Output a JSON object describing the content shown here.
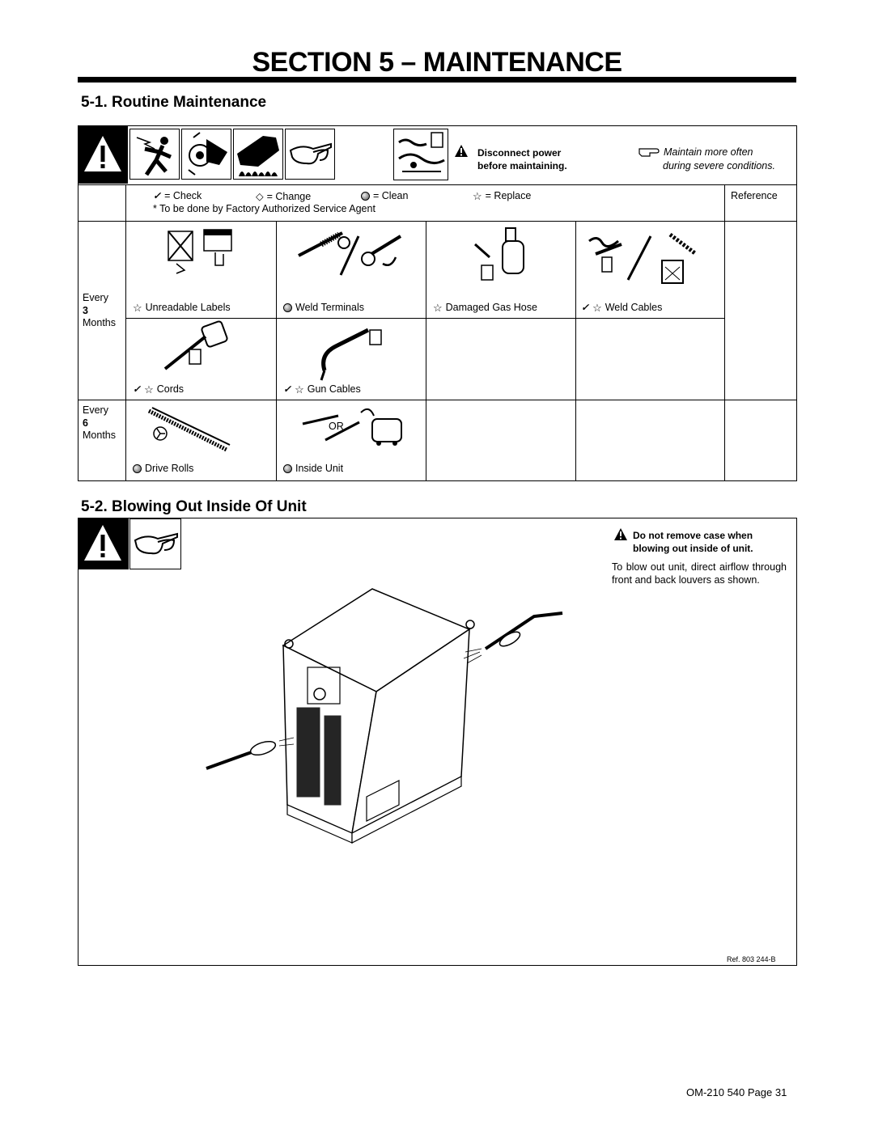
{
  "page": {
    "section_title": "SECTION 5 – MAINTENANCE",
    "footer": "OM-210 540 Page 31"
  },
  "routine": {
    "heading": "5-1.   Routine Maintenance",
    "warning": {
      "line1": "Disconnect power",
      "line2": "before maintaining."
    },
    "note": {
      "line1": "Maintain more often",
      "line2": "during severe conditions."
    },
    "legend": {
      "check": "= Check",
      "change": "= Change",
      "clean": "= Clean",
      "replace": "= Replace",
      "footnote": "* To be done by Factory Authorized Service Agent",
      "reference": "Reference"
    },
    "rows": [
      {
        "every": "Every",
        "num": "3",
        "unit": "Months",
        "items": [
          "Unreadable Labels",
          "Weld Terminals",
          "Damaged Gas Hose",
          "Weld Cables"
        ]
      },
      {
        "items": [
          "Cords",
          "Gun Cables"
        ]
      },
      {
        "every": "Every",
        "num": "6",
        "unit": "Months",
        "items": [
          "Drive Rolls",
          "Inside Unit"
        ],
        "or": "OR"
      }
    ],
    "icons": {
      "warning_icon": "warning-triangle-icon",
      "note_icon": "pointing-hand-icon"
    }
  },
  "blowing": {
    "heading": "5-2.   Blowing Out Inside Of Unit",
    "warning": "Do not remove case when blowing out inside of unit.",
    "instruction": "To blow out unit, direct airflow through front and back louvers as shown.",
    "ref": "Ref. 803 244-B"
  }
}
